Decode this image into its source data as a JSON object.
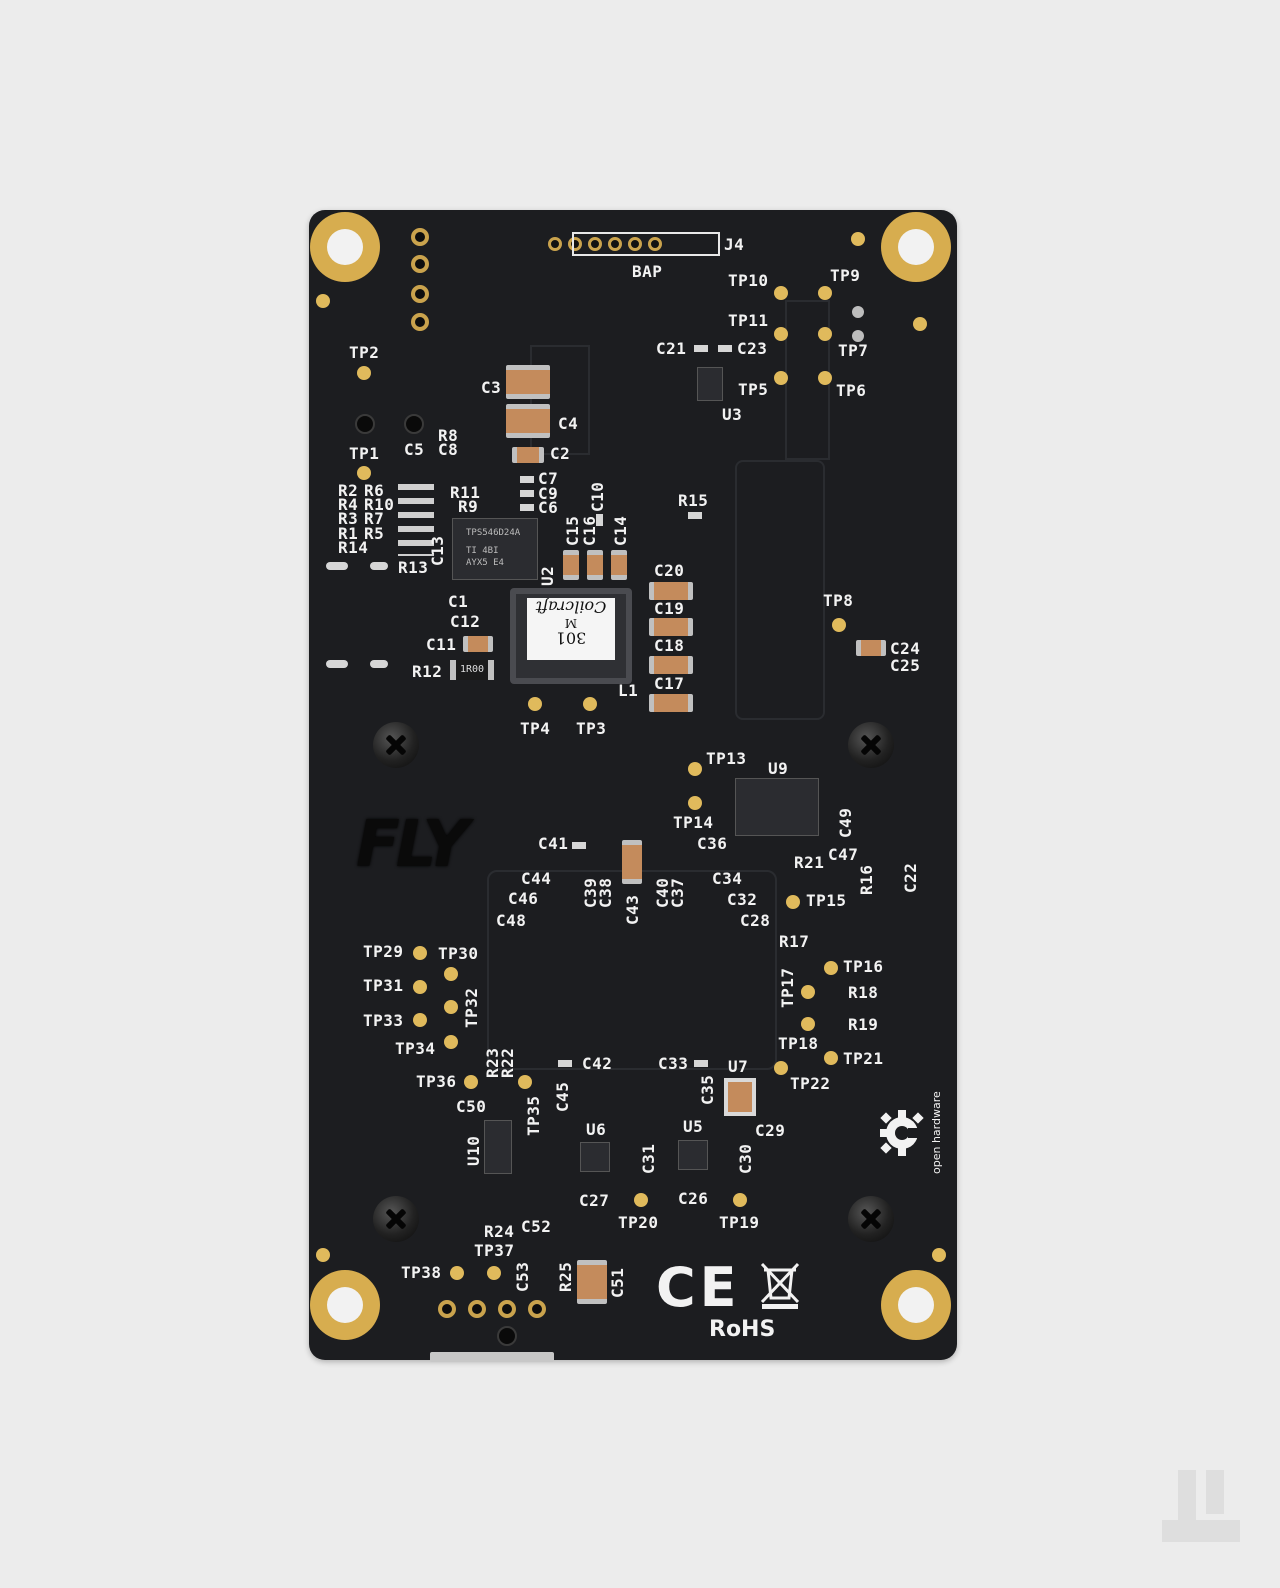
{
  "image": {
    "description_subject": "pcb-back-side",
    "chip_u2_text": [
      "TPS546D24A",
      "TI 4BI",
      "AYX5 E4"
    ],
    "inductor_text": [
      "Coilcraft",
      "M",
      "301"
    ],
    "marker_text": "FLY",
    "ce_mark": "CE",
    "rohs_mark": "RoHS",
    "open_hardware": "open hardware",
    "resistor_r12_marking": "1R00"
  },
  "silkscreen": {
    "J4": "J4",
    "BAP": "BAP",
    "TP10": "TP10",
    "TP9": "TP9",
    "TP11": "TP11",
    "TP7": "TP7",
    "C21": "C21",
    "C23": "C23",
    "TP5": "TP5",
    "TP6": "TP6",
    "U3": "U3",
    "TP2": "TP2",
    "C3": "C3",
    "C4": "C4",
    "R8": "R8",
    "C8": "C8",
    "TP1": "TP1",
    "C5": "C5",
    "C2": "C2",
    "C7": "C7",
    "C9": "C9",
    "C6": "C6",
    "C10": "C10",
    "R11": "R11",
    "R9": "R9",
    "R15": "R15",
    "R2": "R2",
    "R6": "R6",
    "R4": "R4",
    "R10": "R10",
    "R3": "R3",
    "R7": "R7",
    "R1": "R1",
    "R5": "R5",
    "R14": "R14",
    "C13": "C13",
    "R13": "R13",
    "C15": "C15",
    "C16": "C16",
    "C14": "C14",
    "U2": "U2",
    "C20": "C20",
    "C19": "C19",
    "C18": "C18",
    "C17": "C17",
    "C1": "C1",
    "C12": "C12",
    "C11": "C11",
    "R12": "R12",
    "L1": "L1",
    "TP8": "TP8",
    "C24": "C24",
    "C25": "C25",
    "TP4": "TP4",
    "TP3": "TP3",
    "TP13": "TP13",
    "U9": "U9",
    "TP14": "TP14",
    "C36": "C36",
    "C49": "C49",
    "C47": "C47",
    "R21": "R21",
    "R16": "R16",
    "C22": "C22",
    "C41": "C41",
    "C44": "C44",
    "C46": "C46",
    "C48": "C48",
    "C39": "C39",
    "C38": "C38",
    "C43": "C43",
    "C40": "C40",
    "C37": "C37",
    "C34": "C34",
    "C32": "C32",
    "C28": "C28",
    "TP15": "TP15",
    "R17": "R17",
    "TP16": "TP16",
    "TP17": "TP17",
    "R18": "R18",
    "R19": "R19",
    "TP18": "TP18",
    "TP21": "TP21",
    "TP22": "TP22",
    "TP29": "TP29",
    "TP30": "TP30",
    "TP31": "TP31",
    "TP32": "TP32",
    "TP33": "TP33",
    "TP34": "TP34",
    "TP36": "TP36",
    "R23": "R23",
    "R22": "R22",
    "C50": "C50",
    "TP35": "TP35",
    "C45": "C45",
    "C42": "C42",
    "C33": "C33",
    "C35": "C35",
    "U7": "U7",
    "C29": "C29",
    "U10": "U10",
    "U6": "U6",
    "C31": "C31",
    "U5": "U5",
    "C30": "C30",
    "C27": "C27",
    "C26": "C26",
    "TP20": "TP20",
    "TP19": "TP19",
    "R24": "R24",
    "C52": "C52",
    "TP37": "TP37",
    "TP38": "TP38",
    "C53": "C53",
    "R25": "R25",
    "C51": "C51"
  }
}
